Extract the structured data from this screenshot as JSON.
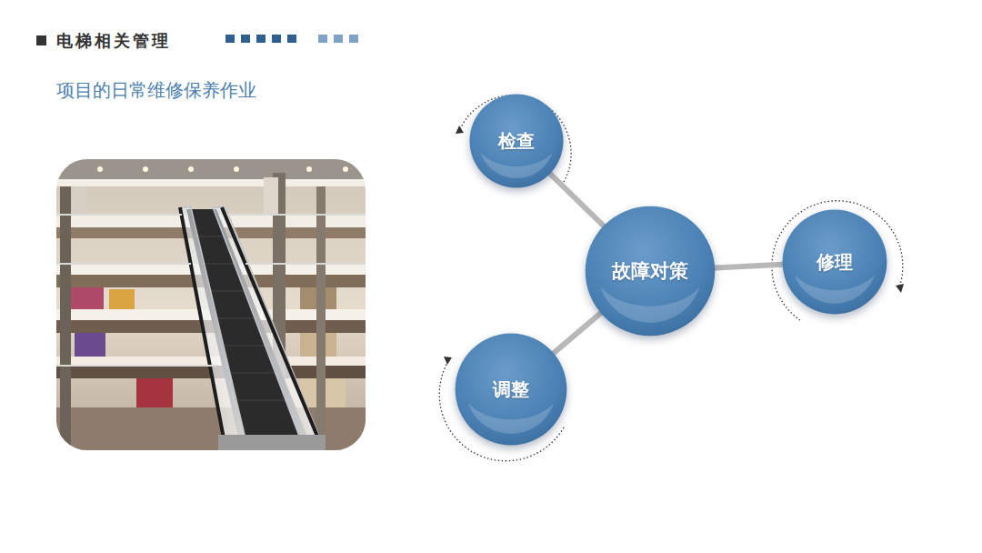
{
  "diagram": {
    "title": "电梯相关管理",
    "nodes": [
      {
        "text": [
          "检查"
        ]
      },
      {
        "text": [
          "故障对策"
        ]
      },
      {
        "text": [
          "修理"
        ]
      },
      {
        "text": [
          "调整"
        ]
      }
    ],
    "edges": [
      {
        "from": 1,
        "to": 0,
        "arrow": "none"
      },
      {
        "from": 1,
        "to": 2,
        "arrow": "none"
      },
      {
        "from": 1,
        "to": 3,
        "arrow": "none"
      }
    ],
    "labels": [
      "项目的日常维修保养作业"
    ]
  }
}
